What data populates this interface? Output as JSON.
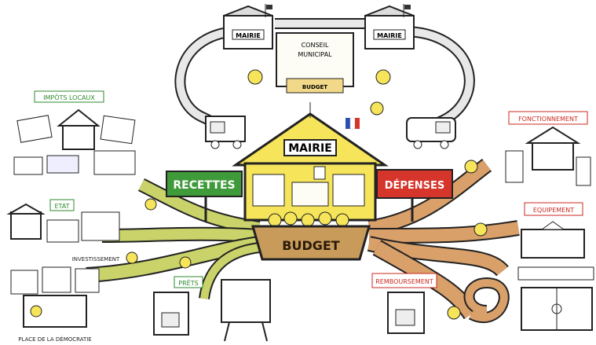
{
  "colors": {
    "mairie_yellow": "#f6e45a",
    "budget_brown": "#c89b5a",
    "recettes_green": "#3f9a3a",
    "depenses_red": "#d6352b",
    "recettes_flow": "#c9d36a",
    "depenses_flow": "#d9a06a",
    "cycle_road": "#e8e8e8",
    "label_green_text": "#2e8a2e",
    "label_red_text": "#cc2a22"
  },
  "center": {
    "mairie": "MAIRIE",
    "budget": "BUDGET",
    "recettes": "RECETTES",
    "depenses": "DÉPENSES"
  },
  "cycle": {
    "left_building": "MAIRIE",
    "right_building": "MAIRIE",
    "council_line1": "CONSEIL",
    "council_line2": "MUNICIPAL",
    "council_line3": "BUDGET"
  },
  "left_labels": {
    "top": "IMPÔTS LOCAUX",
    "middle": "ETAT",
    "bottom_small": "INVESTISSEMENT",
    "bottom_caption": "PLACE DE LA DÉMOCRATIE"
  },
  "bottom_label": "PRÊTS",
  "right_labels": {
    "fonctionnement": "FONCTIONNEMENT",
    "equipement": "EQUIPEMENT",
    "remboursement": "REMBOURSEMENT"
  },
  "icons": [
    "flag-icon",
    "coin-icon",
    "house-icon",
    "truck-icon",
    "school-icon",
    "gym-icon",
    "bank-icon"
  ]
}
